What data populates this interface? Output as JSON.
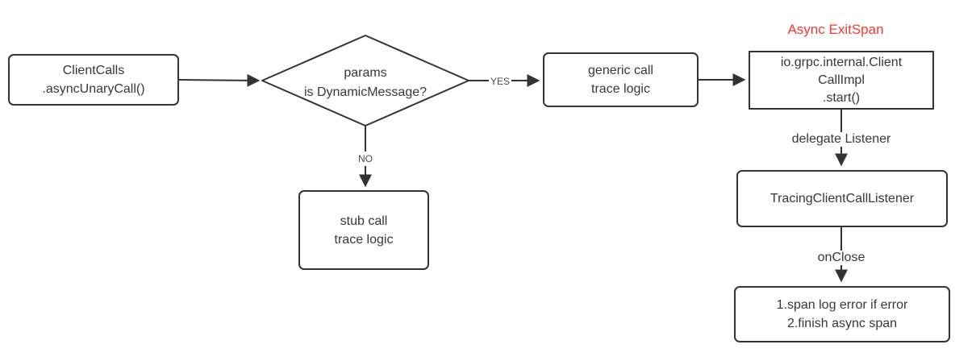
{
  "diagram": {
    "annotation": {
      "text": "Async ExitSpan",
      "color": "#f5392f"
    },
    "line_color": "#333333",
    "nodes": {
      "client_calls": "ClientCalls\n.asyncUnaryCall()",
      "decision": "params\nis DynamicMessage?",
      "stub_call": "stub call\ntrace logic",
      "generic_call": "generic call\ntrace logic",
      "client_call_impl": "io.grpc.internal.Client\nCallImpl\n.start()",
      "tracing_listener": "TracingClientCallListener",
      "close_actions": "1.span log error if error\n2.finish async span"
    },
    "edge_labels": {
      "yes": "YES",
      "no": "NO",
      "delegate_listener": "delegate Listener",
      "on_close": "onClose"
    }
  }
}
